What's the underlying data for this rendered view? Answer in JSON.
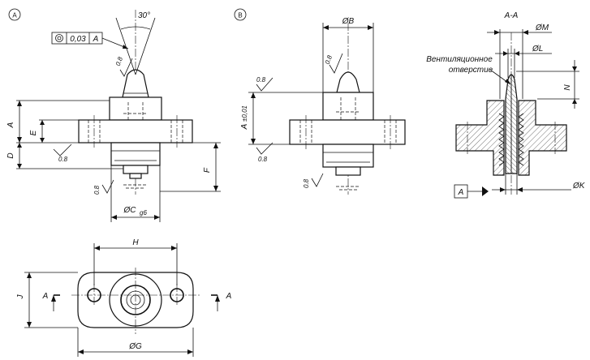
{
  "views": {
    "a": {
      "marker": "A"
    },
    "b": {
      "marker": "B"
    },
    "section": {
      "title": "A-A"
    }
  },
  "labels": {
    "angle": "30°",
    "tolerance_value": "0,03",
    "datum": "A",
    "roughness": "0.8",
    "dim_A": "A",
    "dim_E": "E",
    "dim_D": "D",
    "dim_F": "F",
    "dim_C": "ØC",
    "dim_C_sub": "g6",
    "dim_B": "ØB",
    "dim_A_tol": "A",
    "dim_A_tol_sub": "±0,01",
    "dim_M": "ØM",
    "dim_L": "ØL",
    "dim_N": "N",
    "dim_K": "ØK",
    "vent_line1": "Вентиляционное",
    "vent_line2": "отверстие",
    "datum_box": "A",
    "dim_H": "H",
    "dim_J": "J",
    "dim_G": "ØG",
    "section_arrow_left": "A",
    "section_arrow_right": "A"
  }
}
